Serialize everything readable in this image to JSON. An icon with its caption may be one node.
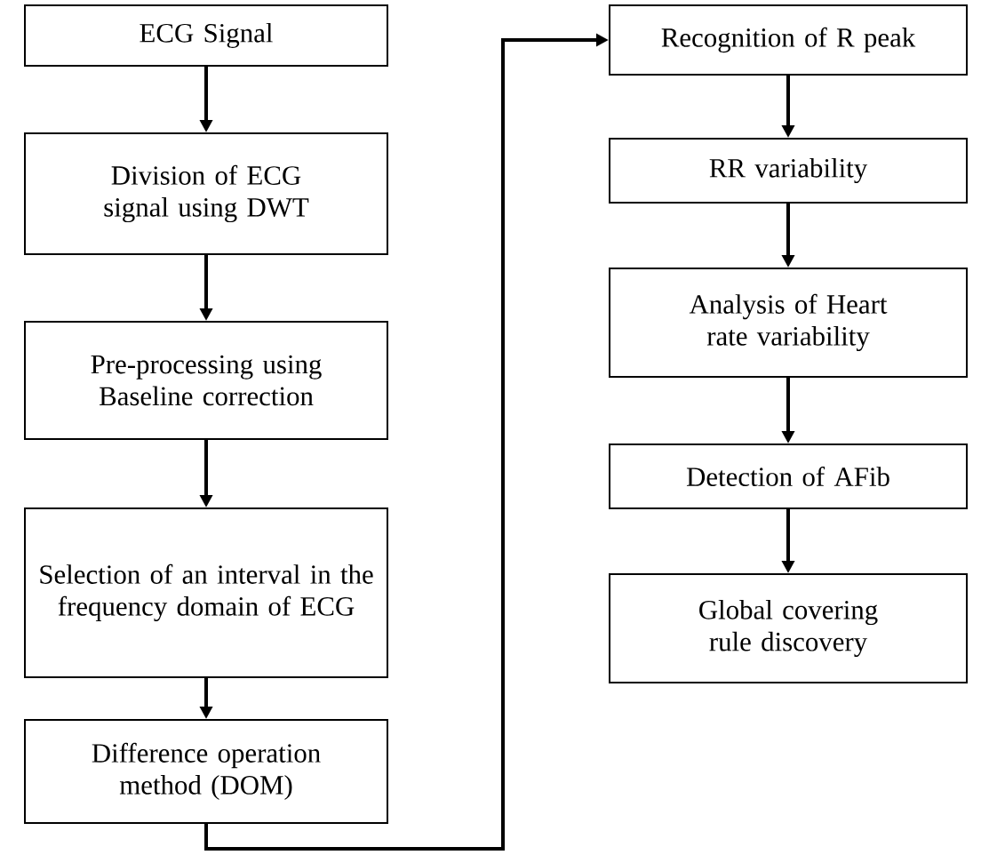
{
  "diagram": {
    "nodes": [
      {
        "text": [
          "ECG Signal"
        ]
      },
      {
        "text": [
          "Division of ECG signal using DWT"
        ]
      },
      {
        "text": [
          "Pre-processing using Baseline correction"
        ]
      },
      {
        "text": [
          "Selection of an interval in the frequency domain of ECG"
        ]
      },
      {
        "text": [
          "Difference operation method (DOM)"
        ]
      },
      {
        "text": [
          "Recognition of R peak"
        ]
      },
      {
        "text": [
          "RR variability"
        ]
      },
      {
        "text": [
          "Analysis of Heart rate variability"
        ]
      },
      {
        "text": [
          "Detection of AFib"
        ]
      },
      {
        "text": [
          "Global covering rule discovery"
        ]
      }
    ],
    "edges": [
      {
        "from": 0,
        "to": 1,
        "arrow": "to"
      },
      {
        "from": 1,
        "to": 2,
        "arrow": "to"
      },
      {
        "from": 2,
        "to": 3,
        "arrow": "to"
      },
      {
        "from": 3,
        "to": 4,
        "arrow": "to"
      },
      {
        "from": 4,
        "to": 5,
        "arrow": "to"
      },
      {
        "from": 5,
        "to": 6,
        "arrow": "to"
      },
      {
        "from": 6,
        "to": 7,
        "arrow": "to"
      },
      {
        "from": 7,
        "to": 8,
        "arrow": "to"
      },
      {
        "from": 8,
        "to": 9,
        "arrow": "to"
      }
    ]
  }
}
